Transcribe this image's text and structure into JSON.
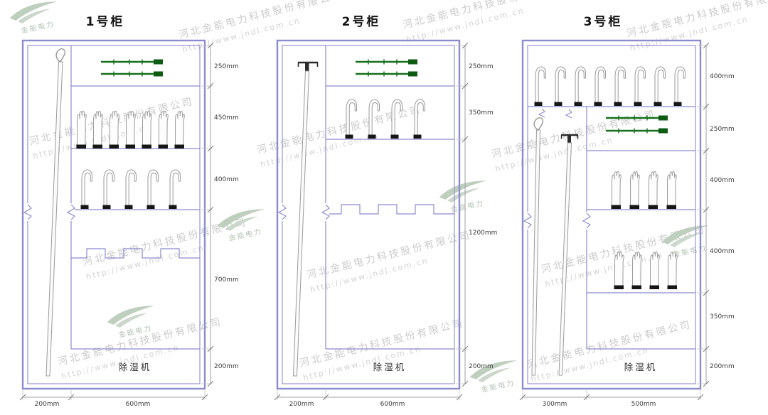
{
  "watermark": {
    "company": "河北金能电力科技股份有限公司",
    "url": "http://www.jndl.com.cn",
    "logo_text": "金能电力"
  },
  "colors": {
    "cabinet_line": "#8b8bd0",
    "rod_green": "#17701c",
    "rod_green_dark": "#0e5c13",
    "dimension_text": "#3d3d3d"
  },
  "cabinets": [
    {
      "title": "1号柜",
      "dehumidifier_label": "除湿机",
      "right_dims": [
        "250mm",
        "450mm",
        "400mm",
        "700mm",
        "200mm"
      ],
      "bottom_dims": [
        "200mm",
        "600mm"
      ],
      "equipment": {
        "long_rods": 1,
        "green_rods": 2,
        "gloves": 7,
        "boots": 5
      }
    },
    {
      "title": "2号柜",
      "dehumidifier_label": "除湿机",
      "right_dims": [
        "250mm",
        "350mm",
        "1200mm",
        "200mm"
      ],
      "bottom_dims": [
        "200mm",
        "600mm"
      ],
      "equipment": {
        "long_rods": 1,
        "green_rods": 2,
        "gloves": 0,
        "boots": 4
      }
    },
    {
      "title": "3号柜",
      "dehumidifier_label": "除湿机",
      "right_dims": [
        "400mm",
        "250mm",
        "400mm",
        "400mm",
        "350mm",
        "200mm"
      ],
      "bottom_dims": [
        "300mm",
        "500mm"
      ],
      "equipment": {
        "long_rods": 2,
        "green_rods": 2,
        "gloves": 8,
        "boots": 8
      }
    }
  ]
}
